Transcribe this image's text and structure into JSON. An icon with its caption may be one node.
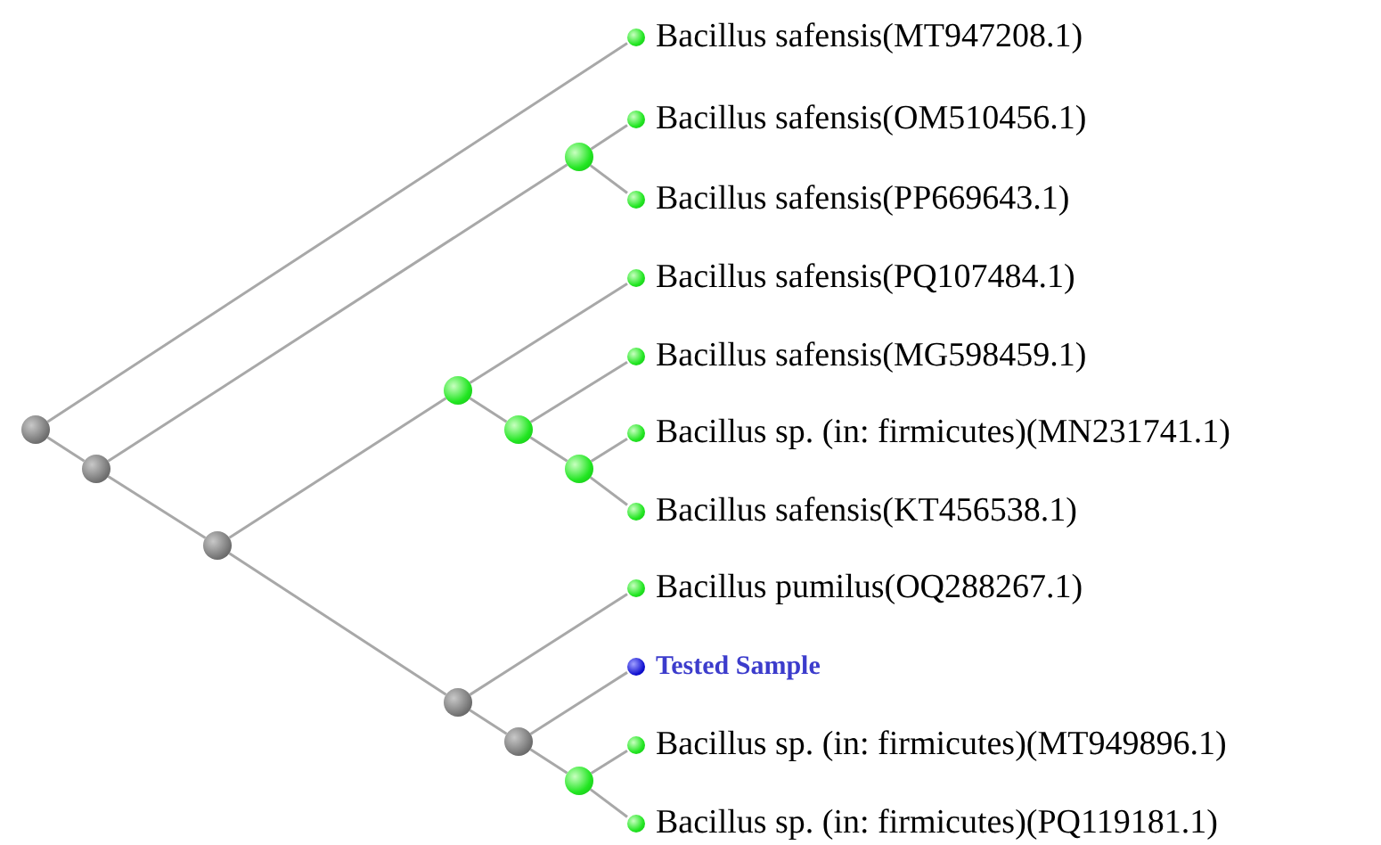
{
  "diagram": {
    "nodes": [
      {
        "text": [
          "Bacillus safensis(MT947208.1)"
        ]
      },
      {
        "text": [
          "Bacillus safensis(OM510456.1)"
        ]
      },
      {
        "text": [
          "Bacillus safensis(PP669643.1)"
        ]
      },
      {
        "text": [
          "Bacillus safensis(PQ107484.1)"
        ]
      },
      {
        "text": [
          "Bacillus safensis(MG598459.1)"
        ]
      },
      {
        "text": [
          "Bacillus sp. (in: firmicutes)(MN231741.1)"
        ]
      },
      {
        "text": [
          "Bacillus safensis(KT456538.1)"
        ]
      },
      {
        "text": [
          "Bacillus pumilus(OQ288267.1)"
        ]
      },
      {
        "text": [
          "Tested Sample"
        ]
      },
      {
        "text": [
          "Bacillus sp. (in: firmicutes)(MT949896.1)"
        ]
      },
      {
        "text": [
          "Bacillus sp. (in: firmicutes)(PQ119181.1)"
        ]
      },
      {
        "text": [],
        "shape": "circle"
      },
      {
        "text": [],
        "shape": "circle"
      },
      {
        "text": [],
        "shape": "circle"
      },
      {
        "text": [],
        "shape": "circle"
      },
      {
        "text": [],
        "shape": "circle"
      },
      {
        "text": [],
        "shape": "circle"
      },
      {
        "text": [],
        "shape": "circle"
      },
      {
        "text": [],
        "shape": "circle"
      },
      {
        "text": [],
        "shape": "circle"
      },
      {
        "text": [],
        "shape": "circle"
      }
    ],
    "edges": [
      {
        "from": 11,
        "to": 0,
        "arrow": "none"
      },
      {
        "from": 11,
        "to": 12,
        "arrow": "none"
      },
      {
        "from": 12,
        "to": 18,
        "arrow": "none"
      },
      {
        "from": 12,
        "to": 13,
        "arrow": "none"
      },
      {
        "from": 18,
        "to": 1,
        "arrow": "none"
      },
      {
        "from": 18,
        "to": 2,
        "arrow": "none"
      },
      {
        "from": 13,
        "to": 14,
        "arrow": "none"
      },
      {
        "from": 13,
        "to": 15,
        "arrow": "none"
      },
      {
        "from": 14,
        "to": 3,
        "arrow": "none"
      },
      {
        "from": 14,
        "to": 16,
        "arrow": "none"
      },
      {
        "from": 16,
        "to": 4,
        "arrow": "none"
      },
      {
        "from": 16,
        "to": 19,
        "arrow": "none"
      },
      {
        "from": 19,
        "to": 5,
        "arrow": "none"
      },
      {
        "from": 19,
        "to": 6,
        "arrow": "none"
      },
      {
        "from": 15,
        "to": 7,
        "arrow": "none"
      },
      {
        "from": 15,
        "to": 17,
        "arrow": "none"
      },
      {
        "from": 17,
        "to": 8,
        "arrow": "none"
      },
      {
        "from": 17,
        "to": 20,
        "arrow": "none"
      },
      {
        "from": 20,
        "to": 9,
        "arrow": "none"
      },
      {
        "from": 20,
        "to": 10,
        "arrow": "none"
      }
    ]
  }
}
